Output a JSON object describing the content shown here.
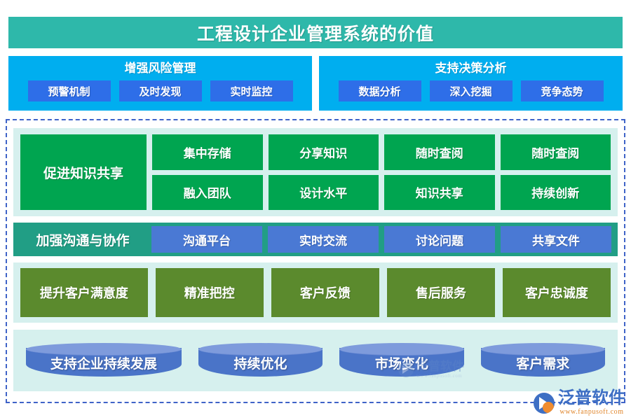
{
  "title": {
    "text": "工程设计企业管理系统的价值"
  },
  "top_panels": [
    {
      "heading": "增强风险管理",
      "chips": [
        "预警机制",
        "及时发现",
        "实时监控"
      ]
    },
    {
      "heading": "支持决策分析",
      "chips": [
        "数据分析",
        "深入挖掘",
        "竞争态势"
      ]
    }
  ],
  "knowledge": {
    "lead": "促进知识共享",
    "rows": [
      [
        "集中存储",
        "分享知识",
        "随时查阅",
        "随时查阅"
      ],
      [
        "融入团队",
        "设计水平",
        "知识共享",
        "持续创新"
      ]
    ]
  },
  "communication": {
    "lead": "加强沟通与协作",
    "cells": [
      "沟通平台",
      "实时交流",
      "讨论问题",
      "共享文件"
    ]
  },
  "customer": {
    "lead": "提升客户满意度",
    "cells": [
      "精准把控",
      "客户反馈",
      "售后服务",
      "客户忠诚度"
    ]
  },
  "sustain": {
    "lead": "支持企业持续发展",
    "cells": [
      "持续优化",
      "市场变化",
      "客户需求"
    ]
  },
  "branding": {
    "name": "泛普软件",
    "url": "www.fanpusoft.com"
  },
  "colors": {
    "title_bar": "#2EB8AA",
    "cyan_panel": "#00AEEF",
    "chip_blue": "#2E6EE8",
    "green": "#00A550",
    "teal": "#219E85",
    "comm_blue": "#4A79D4",
    "olive": "#5B8A2D",
    "cylinder": "#4A74C8",
    "cylinder_top": "#7E9BDC",
    "pale": "#D6F0EE",
    "dashed": "#3F63C8",
    "logo_blue": "#3E6FC4",
    "logo_orange": "#F08C2E"
  }
}
